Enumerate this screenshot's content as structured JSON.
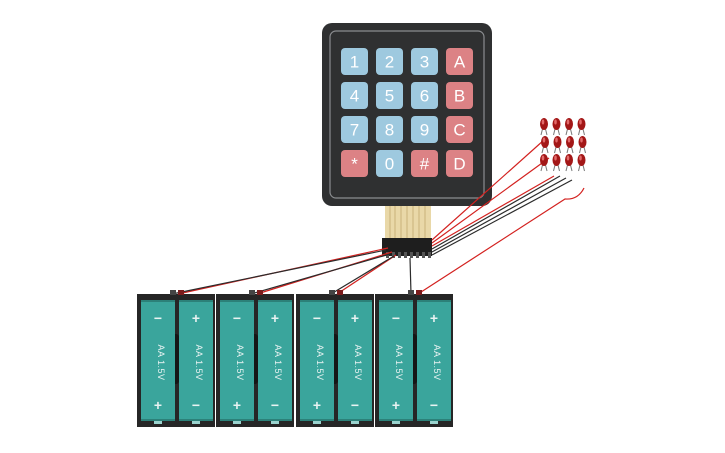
{
  "keypad": {
    "rows": [
      [
        {
          "label": "1",
          "type": "digit"
        },
        {
          "label": "2",
          "type": "digit"
        },
        {
          "label": "3",
          "type": "digit"
        },
        {
          "label": "A",
          "type": "letter"
        }
      ],
      [
        {
          "label": "4",
          "type": "digit"
        },
        {
          "label": "5",
          "type": "digit"
        },
        {
          "label": "6",
          "type": "digit"
        },
        {
          "label": "B",
          "type": "letter"
        }
      ],
      [
        {
          "label": "7",
          "type": "digit"
        },
        {
          "label": "8",
          "type": "digit"
        },
        {
          "label": "9",
          "type": "digit"
        },
        {
          "label": "C",
          "type": "letter"
        }
      ],
      [
        {
          "label": "*",
          "type": "symbol"
        },
        {
          "label": "0",
          "type": "digit"
        },
        {
          "label": "#",
          "type": "symbol"
        },
        {
          "label": "D",
          "type": "letter"
        }
      ]
    ]
  },
  "battery_packs": [
    {
      "cells": [
        {
          "label": "AA 1.5V"
        },
        {
          "label": "AA 1.5V"
        }
      ]
    },
    {
      "cells": [
        {
          "label": "AA 1.5V"
        },
        {
          "label": "AA 1.5V"
        }
      ]
    },
    {
      "cells": [
        {
          "label": "AA 1.5V"
        },
        {
          "label": "AA 1.5V"
        }
      ]
    },
    {
      "cells": [
        {
          "label": "AA 1.5V"
        },
        {
          "label": "AA 1.5V"
        }
      ]
    }
  ],
  "battery_signs": {
    "plus": "+",
    "minus": "−"
  },
  "leds": {
    "columns": 4,
    "rows": 3
  },
  "colors": {
    "keypad_body": "#2f3031",
    "key_blue": "#9ec9df",
    "key_red": "#dc8285",
    "battery_cell": "#3aa59c",
    "battery_holder": "#262626",
    "wire_red": "#d3211f",
    "wire_black": "#2b2b2b",
    "led_red": "#a31717"
  }
}
